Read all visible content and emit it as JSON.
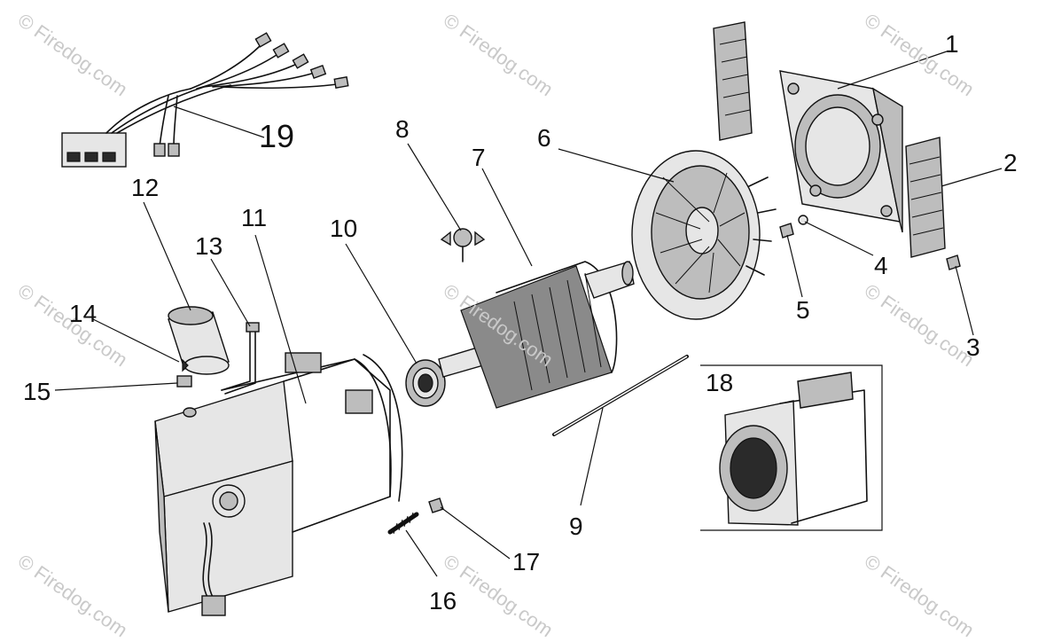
{
  "watermark": {
    "text": "© Firedog.com"
  },
  "callouts": [
    {
      "id": "1",
      "label": "1"
    },
    {
      "id": "2",
      "label": "2"
    },
    {
      "id": "3",
      "label": "3"
    },
    {
      "id": "4",
      "label": "4"
    },
    {
      "id": "5",
      "label": "5"
    },
    {
      "id": "6",
      "label": "6"
    },
    {
      "id": "7",
      "label": "7"
    },
    {
      "id": "8",
      "label": "8"
    },
    {
      "id": "9",
      "label": "9"
    },
    {
      "id": "10",
      "label": "10"
    },
    {
      "id": "11",
      "label": "11"
    },
    {
      "id": "12",
      "label": "12"
    },
    {
      "id": "13",
      "label": "13"
    },
    {
      "id": "14",
      "label": "14"
    },
    {
      "id": "15",
      "label": "15"
    },
    {
      "id": "16",
      "label": "16"
    },
    {
      "id": "17",
      "label": "17"
    },
    {
      "id": "18",
      "label": "18"
    },
    {
      "id": "19",
      "label": "19"
    }
  ],
  "colors": {
    "line": "#111111",
    "watermark": "#c9c9c9",
    "background": "#ffffff"
  }
}
